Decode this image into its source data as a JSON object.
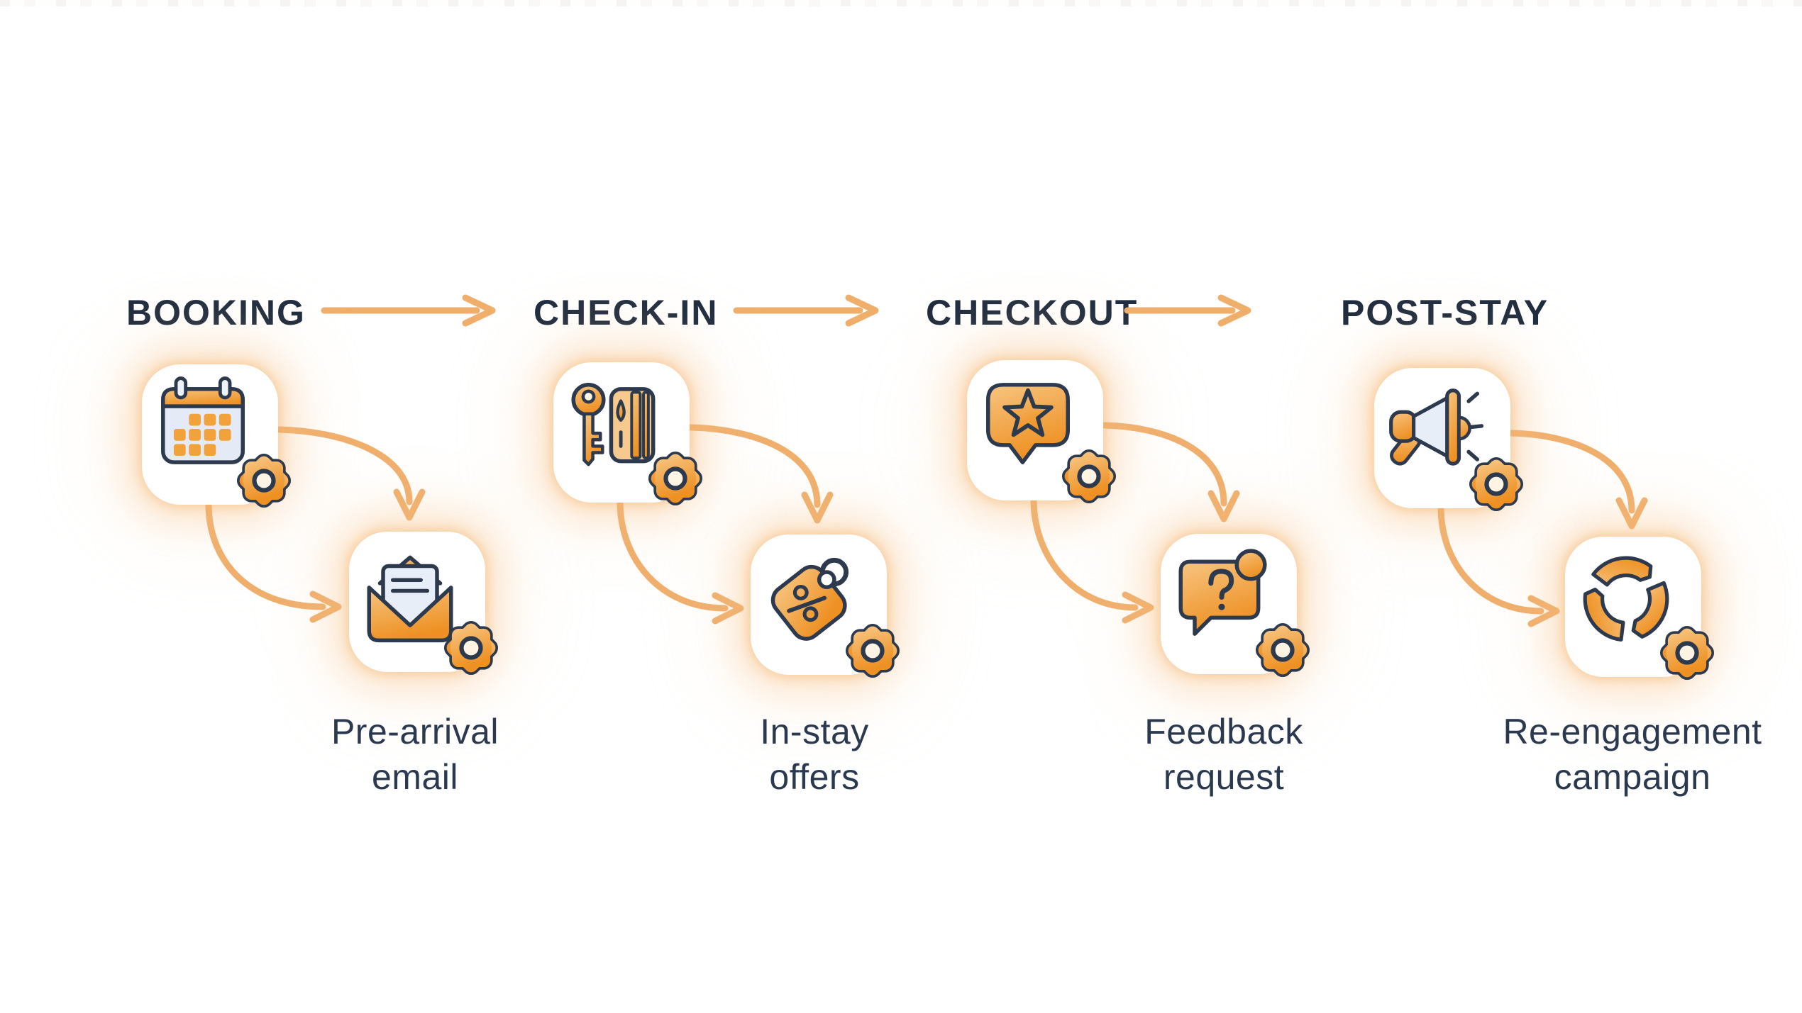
{
  "flow": {
    "stages": [
      {
        "title": "BOOKING",
        "main_icon": "calendar-gear-icon",
        "sub_icon": "envelope-gear-icon",
        "sub_label_line1": "Pre-arrival",
        "sub_label_line2": "email",
        "arrow_to_next": true
      },
      {
        "title": "CHECK-IN",
        "main_icon": "key-card-gear-icon",
        "sub_icon": "price-tag-gear-icon",
        "sub_label_line1": "In-stay",
        "sub_label_line2": "offers",
        "arrow_to_next": true
      },
      {
        "title": "CHECKOUT",
        "main_icon": "star-bubble-gear-icon",
        "sub_icon": "question-bubble-gear-icon",
        "sub_label_line1": "Feedback",
        "sub_label_line2": "request",
        "arrow_to_next": true
      },
      {
        "title": "POST-STAY",
        "main_icon": "megaphone-gear-icon",
        "sub_icon": "renewal-cycle-gear-icon",
        "sub_label_line1": "Re-engagement",
        "sub_label_line2": "campaign",
        "arrow_to_next": false
      }
    ],
    "colors": {
      "background": "#ffffff",
      "stage_title_text": "#1e2b3e",
      "label_text": "#2a3950",
      "arrow_orange": "#f0ae6b",
      "icon_orange": "#f09d33",
      "icon_orange_light": "#f7c581",
      "icon_orange_deep": "#ee9022",
      "icon_outline_navy": "#2d3a4e",
      "icon_paper_blue": "#e4eaf6",
      "glow_orange": "#f5b46a"
    }
  }
}
